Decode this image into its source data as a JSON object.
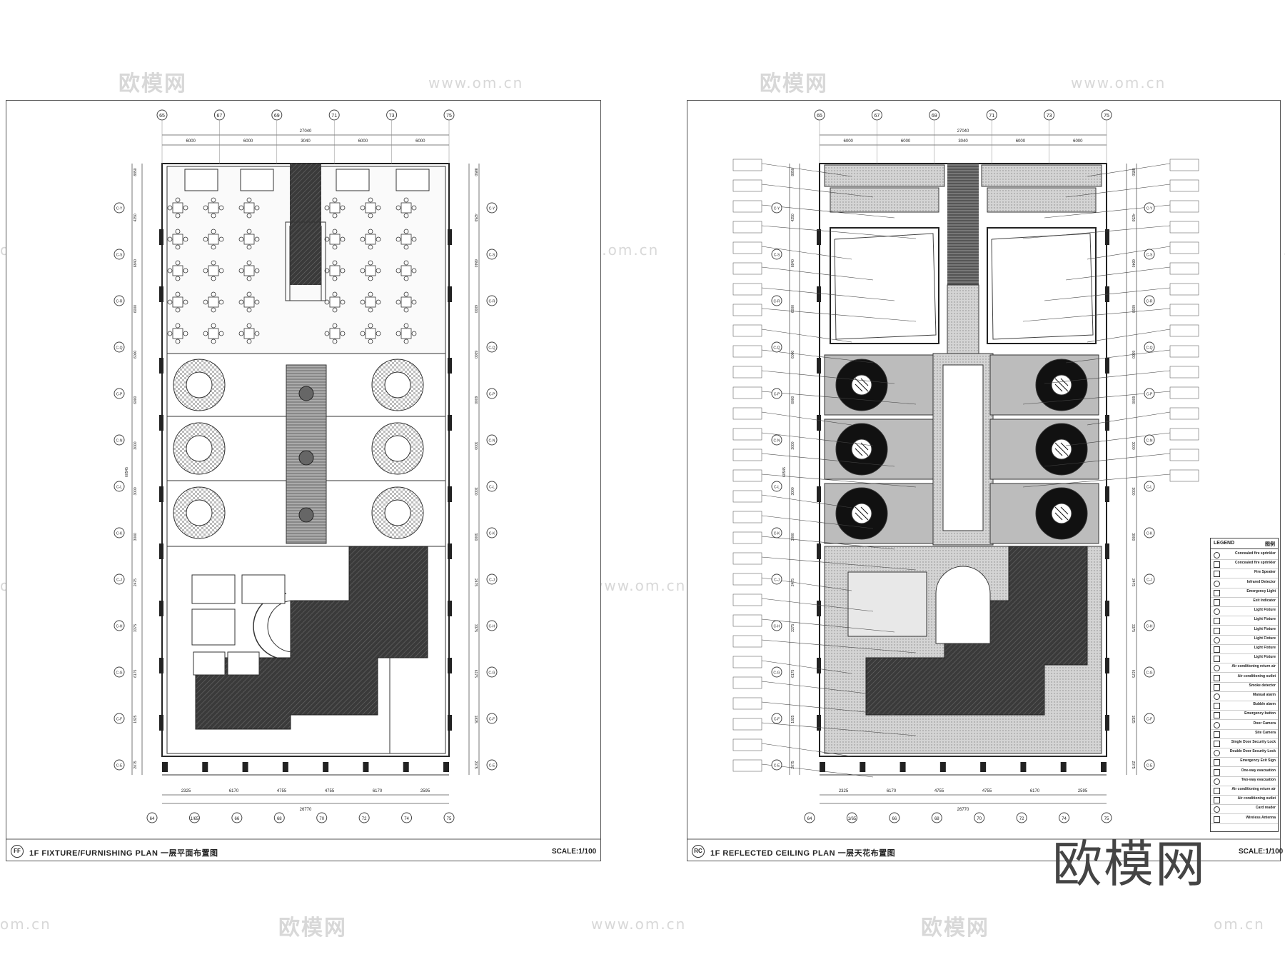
{
  "watermarks": {
    "brand": "欧模网",
    "url": "www.om.cn",
    "url_short": "om.cn"
  },
  "big_watermark": "欧模网",
  "left_sheet": {
    "code": "FF",
    "title": "1F FIXTURE/FURNISHING PLAN  一层平面布置图",
    "scale": "SCALE:1/100"
  },
  "right_sheet": {
    "code": "RC",
    "title": "1F REFLECTED CEILING PLAN  一层天花布置图",
    "scale": "SCALE:1/100"
  },
  "grid": {
    "top_labels": [
      "65",
      "67",
      "69",
      "71",
      "73",
      "75"
    ],
    "bottom_labels": [
      "64",
      "1/65",
      "66",
      "68",
      "70",
      "72",
      "74",
      "75"
    ],
    "overall_top": "27040",
    "top_dims": [
      "6000",
      "6000",
      "3040",
      "6000",
      "6000"
    ],
    "overall_bottom": "26770",
    "bottom_dims": [
      "2325",
      "6170",
      "4755",
      "4755",
      "6170",
      "2595"
    ],
    "left_labels": [
      "C-Y",
      "C-S",
      "C-R",
      "C-Q",
      "C-P",
      "C-N",
      "C-L",
      "C-K",
      "C-J",
      "C-H",
      "C-G",
      "C-F",
      "C-E"
    ],
    "side_dims": [
      "8850",
      "4250",
      "6840",
      "6000",
      "6000",
      "6000",
      "3000",
      "3000",
      "3000",
      "2475",
      "3375",
      "6175",
      "1825",
      "2075"
    ],
    "overall_side": "60545"
  },
  "legend": {
    "title_en": "LEGEND",
    "title_cn": "图例",
    "items": [
      "Concealed fire sprinkler",
      "Concealed fire sprinkler",
      "Fire Speaker",
      "Infrared Detector",
      "Emergency Light",
      "Exit Indicator",
      "Light Fixture",
      "Light Fixture",
      "Light Fixture",
      "Light Fixture",
      "Light Fixture",
      "Light Fixture",
      "Air conditioning return air",
      "Air conditioning outlet",
      "Smoke detector",
      "Manual alarm",
      "Bubble alarm",
      "Emergency button",
      "Door Camera",
      "Site Camera",
      "Single Door Security Lock",
      "Double Door Security Lock",
      "Emergency Exit Sign",
      "One-way evacuation",
      "Two-way evacuation",
      "Air conditioning return air",
      "Air conditioning outlet",
      "Card reader",
      "Wireless Antenna"
    ]
  }
}
